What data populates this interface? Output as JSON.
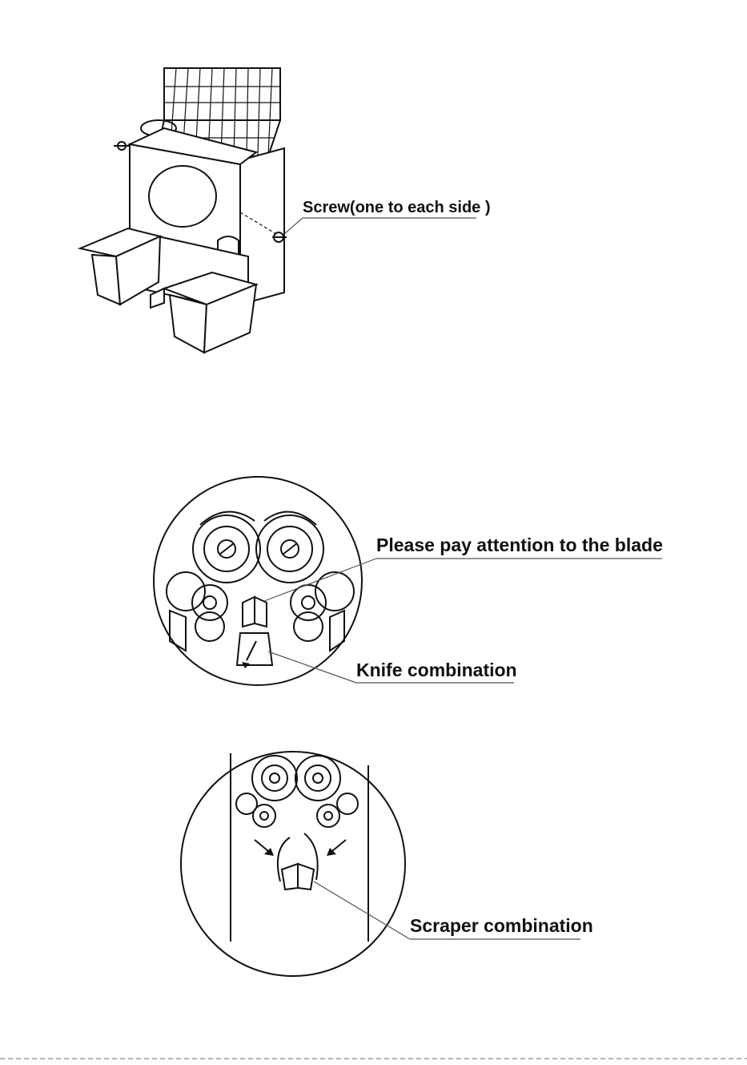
{
  "figures": [
    {
      "callouts": [
        {
          "label": "Screw(one to each side )"
        }
      ]
    },
    {
      "callouts": [
        {
          "label": "Please pay attention to the blade"
        },
        {
          "label": "Knife combination"
        }
      ]
    },
    {
      "callouts": [
        {
          "label": "Scraper combination"
        }
      ]
    }
  ],
  "colors": {
    "line": "#111111",
    "background": "#ffffff"
  }
}
